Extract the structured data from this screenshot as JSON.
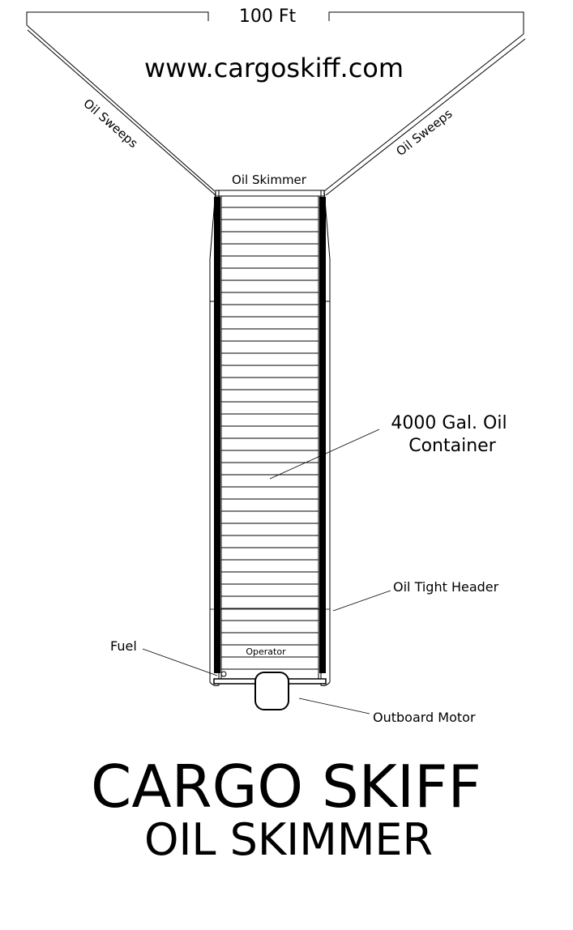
{
  "dimension": {
    "label": "100 Ft"
  },
  "website": "www.cargoskiff.com",
  "labels": {
    "sweep_left": "Oil Sweeps",
    "sweep_right": "Oil Sweeps",
    "skimmer": "Oil Skimmer",
    "container_line1": "4000 Gal. Oil",
    "container_line2": "Container",
    "header": "Oil Tight Header",
    "fuel": "Fuel",
    "operator": "Operator",
    "motor": "Outboard Motor"
  },
  "title": {
    "line1": "CARGO SKIFF",
    "line2": "OIL SKIMMER"
  }
}
